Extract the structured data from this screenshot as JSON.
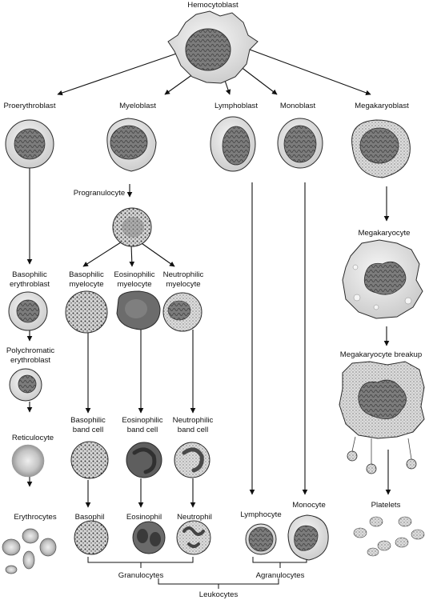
{
  "labels": {
    "hemocytoblast": "Hemocytoblast",
    "proerythroblast": "Proerythroblast",
    "myeloblast": "Myeloblast",
    "lymphoblast": "Lymphoblast",
    "monoblast": "Monoblast",
    "megakaryoblast": "Megakaryoblast",
    "progranulocyte": "Progranulocyte",
    "basophilic_erythroblast_1": "Basophilic",
    "basophilic_erythroblast_2": "erythroblast",
    "basophilic_myelocyte_1": "Basophilic",
    "basophilic_myelocyte_2": "myelocyte",
    "eosinophilic_myelocyte_1": "Eosinophilic",
    "eosinophilic_myelocyte_2": "myelocyte",
    "neutrophilic_myelocyte_1": "Neutrophilic",
    "neutrophilic_myelocyte_2": "myelocyte",
    "megakaryocyte": "Megakaryocyte",
    "polychromatic_erythroblast_1": "Polychromatic",
    "polychromatic_erythroblast_2": "erythroblast",
    "megakaryocyte_breakup": "Megakaryocyte breakup",
    "reticulocyte": "Reticulocyte",
    "basophilic_band_1": "Basophilic",
    "basophilic_band_2": "band cell",
    "eosinophilic_band_1": "Eosinophilic",
    "eosinophilic_band_2": "band cell",
    "neutrophilic_band_1": "Neutrophilic",
    "neutrophilic_band_2": "band cell",
    "erythrocytes": "Erythrocytes",
    "basophil": "Basophil",
    "eosinophil": "Eosinophil",
    "neutrophil": "Neutrophil",
    "lymphocyte": "Lymphocyte",
    "monocyte": "Monocyte",
    "platelets": "Platelets",
    "granulocytes": "Granulocytes",
    "agranulocytes": "Agranulocytes",
    "leukocytes": "Leukocytes"
  },
  "colors": {
    "cytoplasm": "#e9e9e9",
    "nucleus": "#7a7a7a",
    "nucleus_dark": "#4a4a4a",
    "granule": "#3a3a3a",
    "stroke": "#2b2b2b"
  }
}
